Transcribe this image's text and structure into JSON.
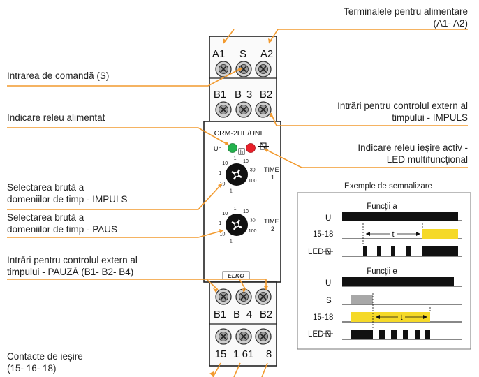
{
  "callouts": {
    "power_terminals": [
      "Terminalele pentru alimentare",
      "(A1- A2)"
    ],
    "control_input": [
      "Intrarea de comandă (S)"
    ],
    "relay_powered": [
      "Indicare releu alimentat"
    ],
    "ext_time_impuls": [
      "Intrări pentru controlul extern al",
      "timpului - IMPULS"
    ],
    "relay_output_active": [
      "Indicare releu ieșire activ -",
      "LED multifuncțional"
    ],
    "coarse_impuls": [
      "Selectarea brută a",
      "domeniilor de timp - IMPULS"
    ],
    "coarse_paus": [
      "Selectarea brută a",
      "domeniilor de timp - PAUS"
    ],
    "ext_time_pauza": [
      "Intrări pentru controlul extern al",
      "timpului - PAUZĂ (B1- B2- B4)"
    ],
    "output_contacts": [
      "Contacte de ieșire",
      "(15- 16- 18)"
    ]
  },
  "device": {
    "top_row1": [
      "A1",
      "S",
      "A2"
    ],
    "top_row2": [
      "B1",
      "B",
      "3",
      "B2"
    ],
    "model": "CRM-2HE/UNI",
    "un": "Un",
    "knob1_scale": [
      "1",
      "10",
      "1",
      "10",
      "1",
      "10",
      "30",
      "100"
    ],
    "knob1_label": [
      "TIME",
      "1"
    ],
    "knob2_scale": [
      "1",
      "10",
      "1",
      "10",
      "1",
      "10",
      "30",
      "100"
    ],
    "knob2_label": [
      "TIME",
      "2"
    ],
    "brand": "ELKO",
    "bottom_row1": [
      "B1",
      "B",
      "4",
      "B2"
    ],
    "bottom_row2": [
      "15",
      "1",
      "61",
      "8"
    ]
  },
  "signal": {
    "title": "Exemple de semnalizare",
    "func_a": {
      "title": "Funcții a",
      "rows": [
        "U",
        "15-18",
        "LED"
      ],
      "t_label": "t"
    },
    "func_e": {
      "title": "Funcții e",
      "rows": [
        "U",
        "S",
        "15-18",
        "LED"
      ],
      "t_label": "t"
    }
  },
  "colors": {
    "callout_line": "#f29a2e",
    "led_green": "#23b14d",
    "led_red": "#e8202a",
    "relay_yellow": "#f5d928",
    "control_gray": "#a8a8a8"
  }
}
